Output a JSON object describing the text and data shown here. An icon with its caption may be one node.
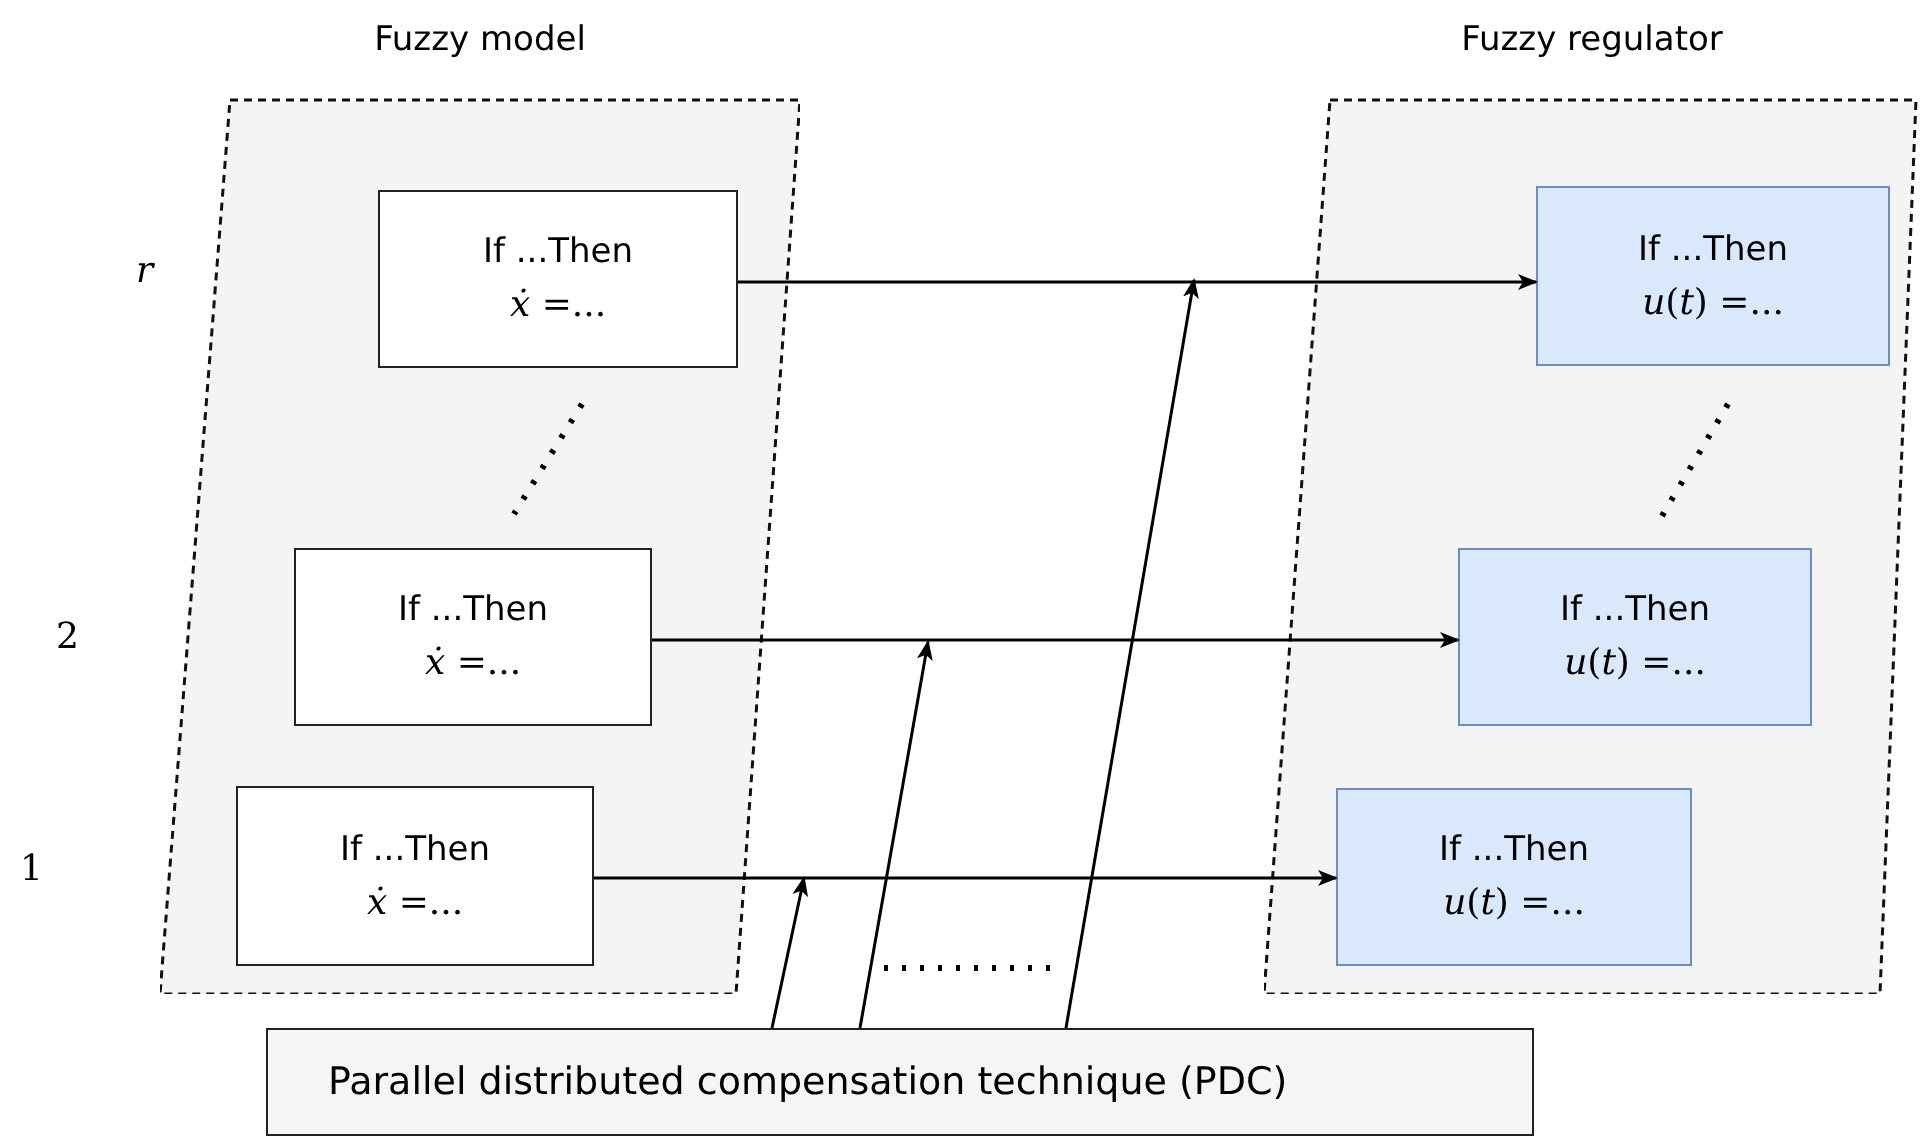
{
  "diagram": {
    "nodes": [
      {
        "text": [
          "Fuzzy model"
        ]
      },
      {
        "text": [
          "If ...Then",
          "*ẋ* =..."
        ],
        "in": 0
      },
      {
        "text": [
          "If ...Then",
          "*ẋ* =..."
        ],
        "in": 0
      },
      {
        "text": [
          "If ...Then",
          "*ẋ* =..."
        ],
        "in": 0
      },
      {
        "text": [
          "Fuzzy regulator"
        ]
      },
      {
        "text": [
          "If ...Then",
          "*u*(*t*) =..."
        ],
        "in": 4
      },
      {
        "text": [
          "If ...Then",
          "*u*(*t*) =..."
        ],
        "in": 4
      },
      {
        "text": [
          "If ...Then",
          "*u*(*t*) =..."
        ],
        "in": 4
      },
      {
        "text": [
          "Parallel distributed compensation technique (PDC)"
        ]
      }
    ],
    "edges": [
      {
        "from": 1,
        "to": 5,
        "arrow": "to"
      },
      {
        "from": 2,
        "to": 6,
        "arrow": "to"
      },
      {
        "from": 3,
        "to": 7,
        "arrow": "to"
      },
      {
        "from": 8,
        "to": null,
        "arrow": "to"
      },
      {
        "from": 8,
        "to": null,
        "arrow": "to"
      },
      {
        "from": 8,
        "to": null,
        "arrow": "to"
      }
    ],
    "labels": [
      "r",
      "2",
      "1"
    ]
  }
}
